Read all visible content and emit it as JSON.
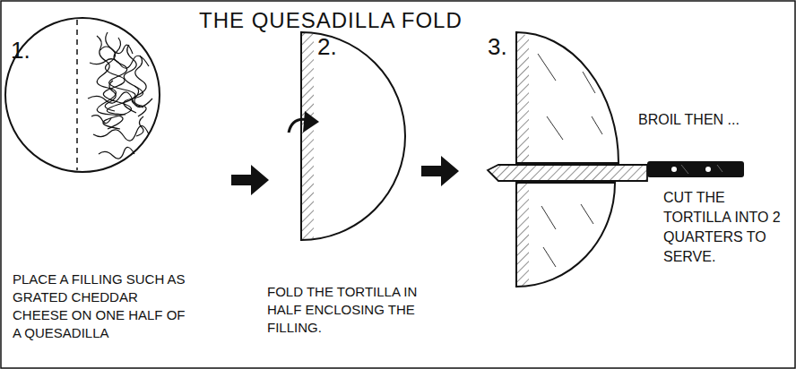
{
  "diagram": {
    "title": "THE QUESADILLA FOLD",
    "labels": [
      "1.",
      "PLACE A FILLING SUCH AS GRATED CHEDDAR CHEESE ON ONE HALF OF A QUESADILLA",
      "2.",
      "FOLD THE TORTILLA IN HALF ENCLOSING THE FILLING.",
      "3.",
      "BROIL THEN ...",
      "CUT THE TORTILLA INTO 2 QUARTERS TO SERVE."
    ]
  }
}
